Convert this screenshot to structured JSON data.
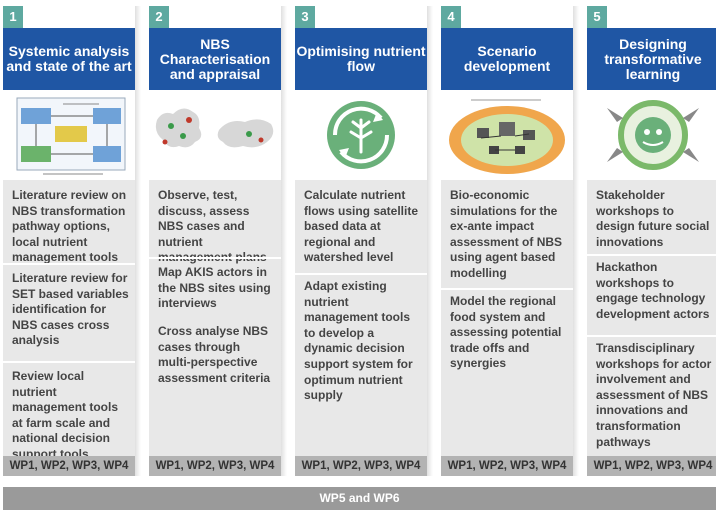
{
  "columns": [
    {
      "number": "1",
      "title": "Systemic analysis and state of the art",
      "sections": [
        "Literature review on NBS transformation pathway options, local nutrient management tools",
        "Literature review for SET based variables identification for NBS cases cross analysis",
        "Review local nutrient management tools at farm scale and national decision support tools"
      ],
      "footer": "WP1, WP2, WP3, WP4"
    },
    {
      "number": "2",
      "title": "NBS Characterisation and appraisal",
      "sections": [
        "Observe, test, discuss, assess NBS cases and nutrient management plans",
        "Map AKIS actors in the NBS sites using interviews",
        "Cross analyse NBS cases through multi-perspective assessment criteria"
      ],
      "footer": "WP1, WP2, WP3, WP4"
    },
    {
      "number": "3",
      "title": "Optimising nutrient flow",
      "sections": [
        "Calculate nutrient flows using satellite based data at regional and watershed level",
        "Adapt existing nutrient management tools to develop a dynamic decision support system for optimum nutrient supply"
      ],
      "footer": "WP1, WP2, WP3, WP4"
    },
    {
      "number": "4",
      "title": "Scenario development",
      "sections": [
        "Bio-economic simulations for the ex-ante impact assessment of NBS using agent based modelling",
        "Model the regional food system and assessing potential trade offs and synergies"
      ],
      "footer": "WP1, WP2, WP3, WP4"
    },
    {
      "number": "5",
      "title": "Designing transformative learning",
      "sections": [
        "Stakeholder workshops to design future social innovations",
        "Hackathon workshops to engage technology development actors",
        "Transdisciplinary workshops for actor involvement and assessment of NBS innovations and transformation pathways"
      ],
      "footer": "WP1, WP2, WP3, WP4"
    }
  ],
  "bottom_bar": "WP5 and WP6",
  "image_icons": [
    "systems-diagram-thumbnail-icon",
    "europe-map-thumbnail-icon",
    "nutrient-cycle-icon",
    "scenario-landscape-icon",
    "learning-cycle-icon"
  ],
  "colors": {
    "number_tab": "#5ea9a0",
    "header": "#1f56a4",
    "body": "#e8e8e8",
    "footer": "#b3b3b3",
    "bottom_bar": "#9a9a9a"
  }
}
